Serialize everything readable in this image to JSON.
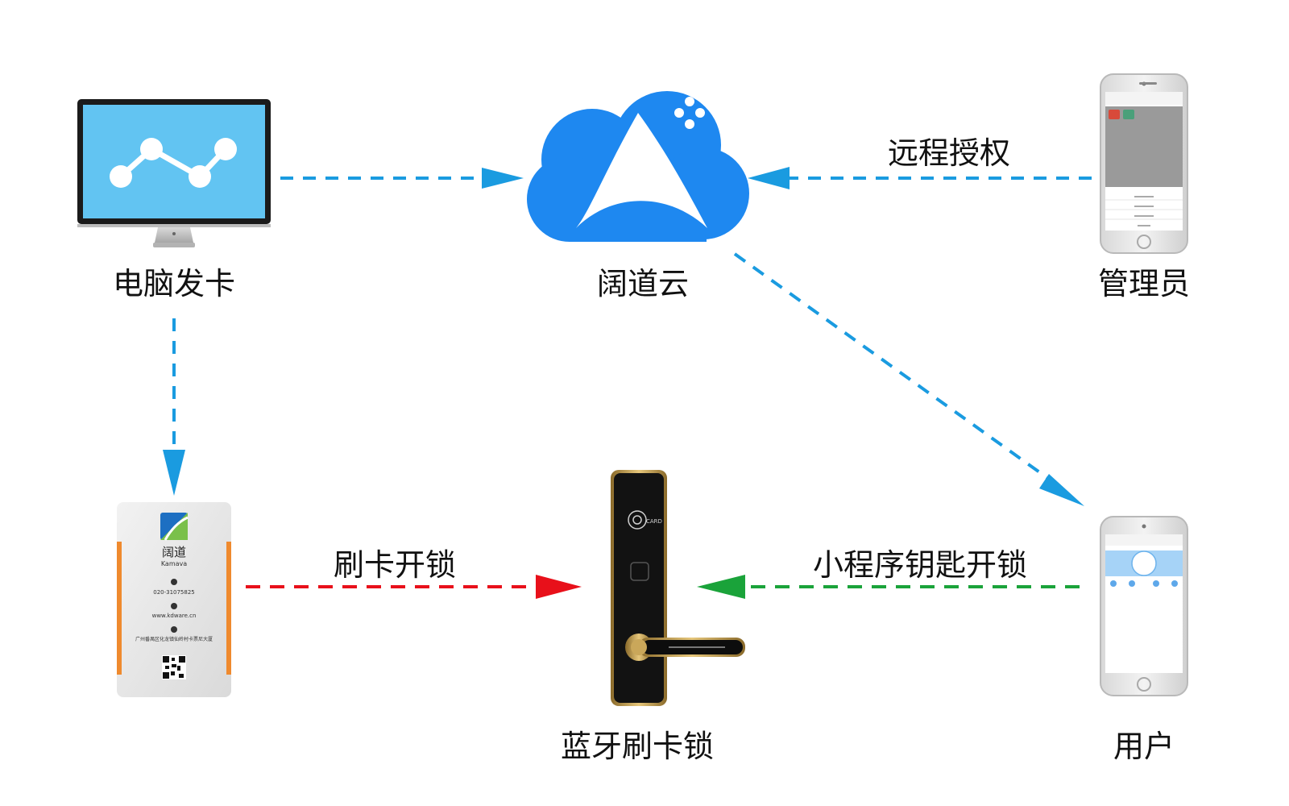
{
  "nodes": {
    "computer": {
      "label": "电脑发卡"
    },
    "cloud": {
      "label": "阔道云"
    },
    "admin": {
      "label": "管理员"
    },
    "card": {
      "label": "",
      "brand": "阔道",
      "brand_en": "Kamava",
      "phone": "020-31075825",
      "web": "www.kdware.cn",
      "address": "广州番禺区化龙镇仙岭村卡票尼大厦"
    },
    "lock": {
      "label": "蓝牙刷卡锁",
      "card_mark": "CARD"
    },
    "user": {
      "label": "用户"
    }
  },
  "edges": {
    "remote_auth": {
      "label": "远程授权"
    },
    "swipe_unlock": {
      "label": "刷卡开锁"
    },
    "miniapp_unlock": {
      "label": "小程序钥匙开锁"
    }
  },
  "colors": {
    "blue_arrow": "#1a9be0",
    "red_arrow": "#e8101a",
    "green_arrow": "#1aa33a",
    "cloud": "#1e88f0",
    "monitor_screen": "#62c4f2"
  }
}
